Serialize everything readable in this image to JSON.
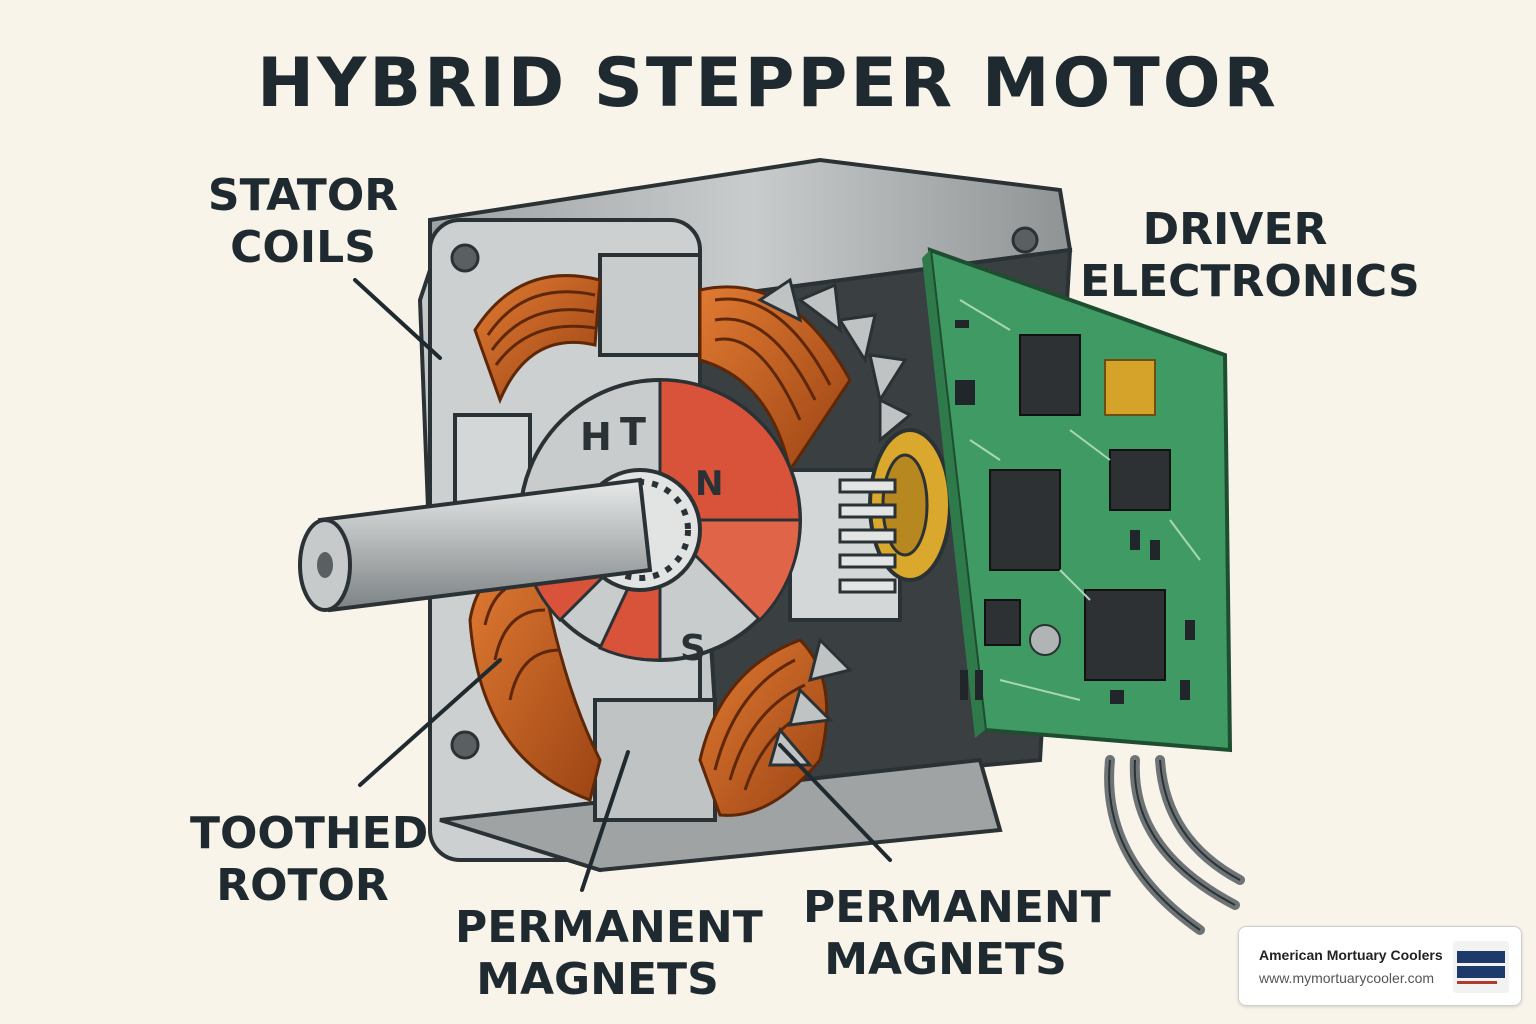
{
  "title": "HYBRID STEPPER MOTOR",
  "labels": {
    "stator_coils": [
      "STATOR",
      "COILS"
    ],
    "driver_electronics": [
      "DRIVER",
      "ELECTRONICS"
    ],
    "toothed_rotor": [
      "TOOTHED",
      "ROTOR"
    ],
    "permanent_magnets_1": [
      "PERMANENT",
      "MAGNETS"
    ],
    "permanent_magnets_2": [
      "PERMANENT",
      "MAGNETS"
    ]
  },
  "rotor_markings": {
    "h": "H",
    "t": "T",
    "n": "N",
    "s": "S"
  },
  "watermark": {
    "name": "American Mortuary Coolers",
    "url": "www.mymortuarycooler.com"
  },
  "colors": {
    "background": "#f8f4ea",
    "housing": "#bfc3c4",
    "copper": "#c8611e",
    "pcb": "#3f9a63",
    "rotor_red": "#d9533a",
    "ink": "#1f2a30"
  }
}
